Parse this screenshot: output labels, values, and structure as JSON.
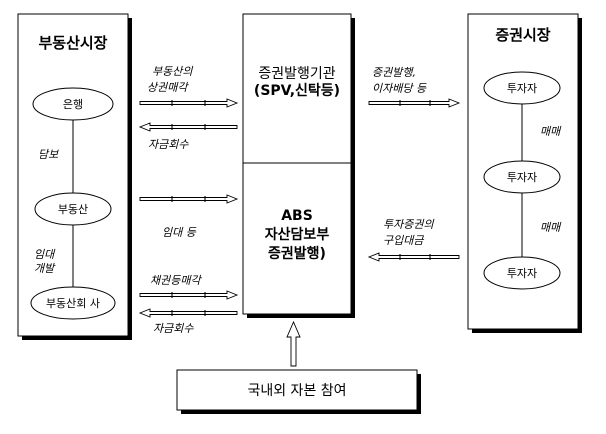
{
  "real_estate_market": {
    "title": "부동산시장",
    "bank": "은행",
    "property": "부동산",
    "developer": "부동산회 사",
    "collateral": "담보",
    "lease_dev_1": "임대",
    "lease_dev_2": "개발"
  },
  "spv": {
    "title_1": "증권발행기관",
    "title_2": "(SPV,신탁등)",
    "abs_1": "ABS",
    "abs_2": "자산담보부",
    "abs_3": "증권발행)"
  },
  "securities_market": {
    "title": "증권시장",
    "investor_1": "투자자",
    "investor_2": "투자자",
    "investor_3": "투자자",
    "trade_1": "매매",
    "trade_2": "매매"
  },
  "flows": {
    "property_sale_1": "부동산의",
    "property_sale_2": "상권매각",
    "fund_recovery_1": "자금회수",
    "lease_etc": "임대 등",
    "claim_sale": "채권등매각",
    "fund_recovery_2": "자금회수",
    "issue_interest_1": "증권발행,",
    "issue_interest_2": "이자배당 등",
    "purchase_1": "투자증권의",
    "purchase_2": "구입대금"
  },
  "bottom": {
    "capital": "국내외 자본 참여"
  }
}
